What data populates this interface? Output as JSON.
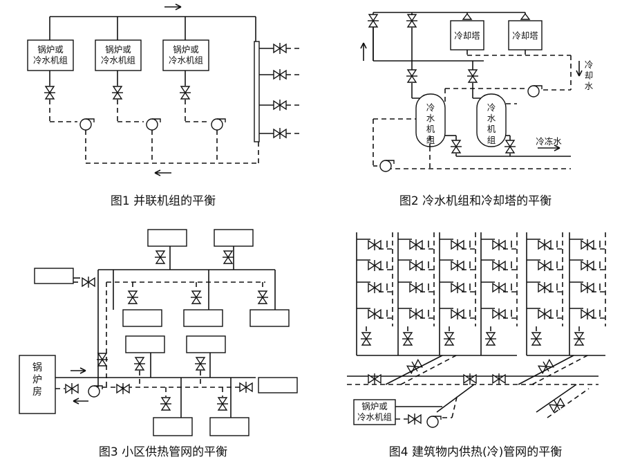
{
  "figures": [
    {
      "caption": "图1  并联机组的平衡",
      "units": [
        "锅炉或\n冷水机组",
        "锅炉或\n冷水机组",
        "锅炉或\n冷水机组"
      ]
    },
    {
      "caption": "图2  冷水机组和冷却塔的平衡",
      "towers": [
        "冷却塔",
        "冷却塔"
      ],
      "chillers": [
        "冷\n水\n机\n组",
        "冷\n水\n机\n组"
      ],
      "cooling_water_label": "冷\n却\n水",
      "chilled_water_label": "冷冻水"
    },
    {
      "caption": "图3  小区供热管网的平衡",
      "boiler_room": "锅\n炉\n房"
    },
    {
      "caption": "图4  建筑物内供热(冷)管网的平衡",
      "unit": "锅炉或\n冷水机组"
    }
  ]
}
